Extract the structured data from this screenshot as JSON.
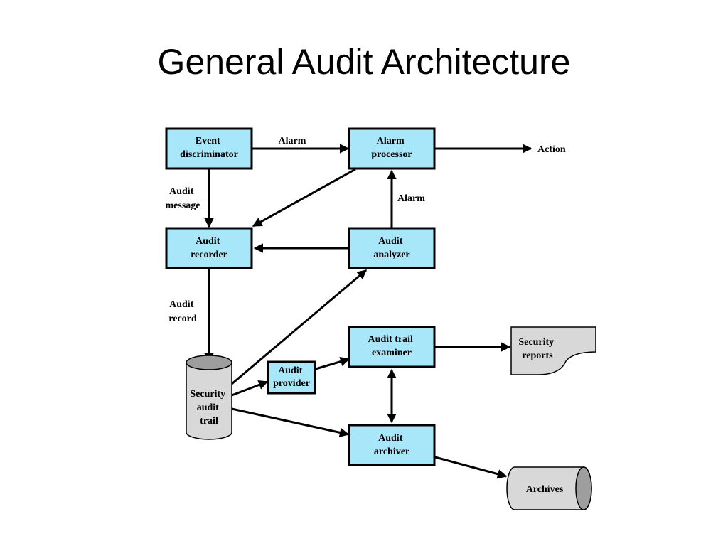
{
  "title": "General Audit Architecture",
  "nodes": {
    "event_discriminator": [
      "Event",
      "discriminator"
    ],
    "alarm_processor": [
      "Alarm",
      "processor"
    ],
    "audit_recorder": [
      "Audit",
      "recorder"
    ],
    "audit_analyzer": [
      "Audit",
      "analyzer"
    ],
    "audit_trail_examiner": [
      "Audit trail",
      "examiner"
    ],
    "audit_provider": [
      "Audit",
      "provider"
    ],
    "audit_archiver": [
      "Audit",
      "archiver"
    ],
    "security_audit_trail": [
      "Security",
      "audit",
      "trail"
    ],
    "security_reports": [
      "Security",
      "reports"
    ],
    "archives": "Archives"
  },
  "edge_labels": {
    "alarm_top": "Alarm",
    "action": "Action",
    "alarm_side": "Alarm",
    "audit_message": [
      "Audit",
      "message"
    ],
    "audit_record": [
      "Audit",
      "record"
    ]
  },
  "colors": {
    "box_fill": "#a8e6fa",
    "cylinder_fill": "#d8d8d8",
    "cylinder_top": "#9e9e9e",
    "document_fill": "#d8d8d8"
  }
}
